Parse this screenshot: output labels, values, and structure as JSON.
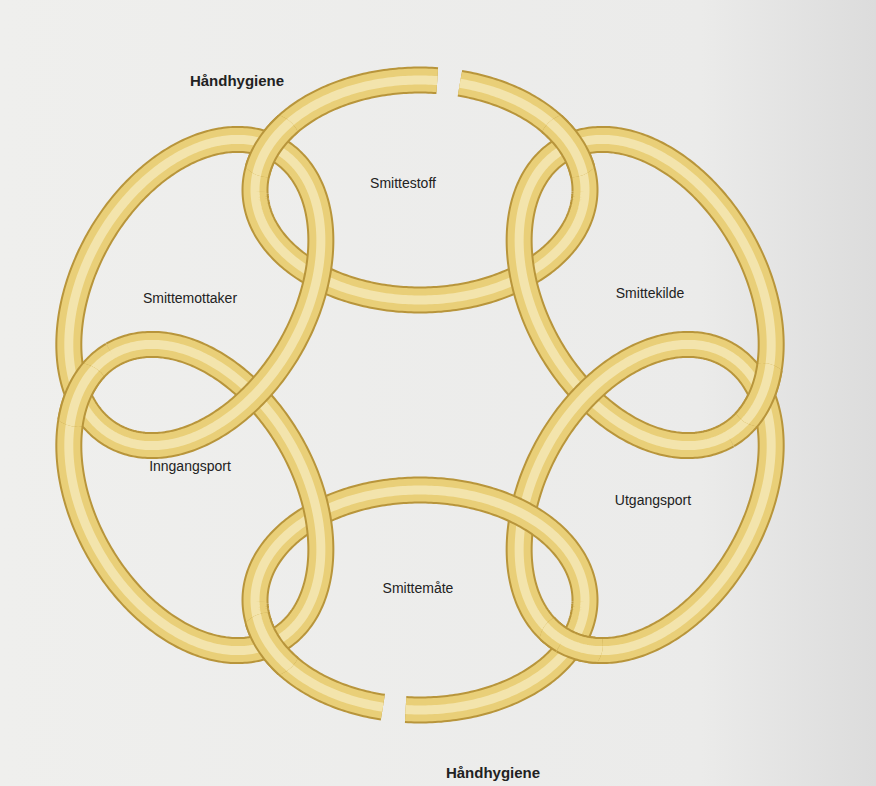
{
  "diagram": {
    "nodes": [
      {
        "text": [
          "Smittestoff"
        ]
      },
      {
        "text": [
          "Smittekilde"
        ]
      },
      {
        "text": [
          "Utgangsport"
        ]
      },
      {
        "text": [
          "Smittemåte"
        ]
      },
      {
        "text": [
          "Inngangsport"
        ]
      },
      {
        "text": [
          "Smittemottaker"
        ]
      }
    ],
    "labels": [
      "Håndhygiene",
      "Håndhygiene"
    ]
  }
}
